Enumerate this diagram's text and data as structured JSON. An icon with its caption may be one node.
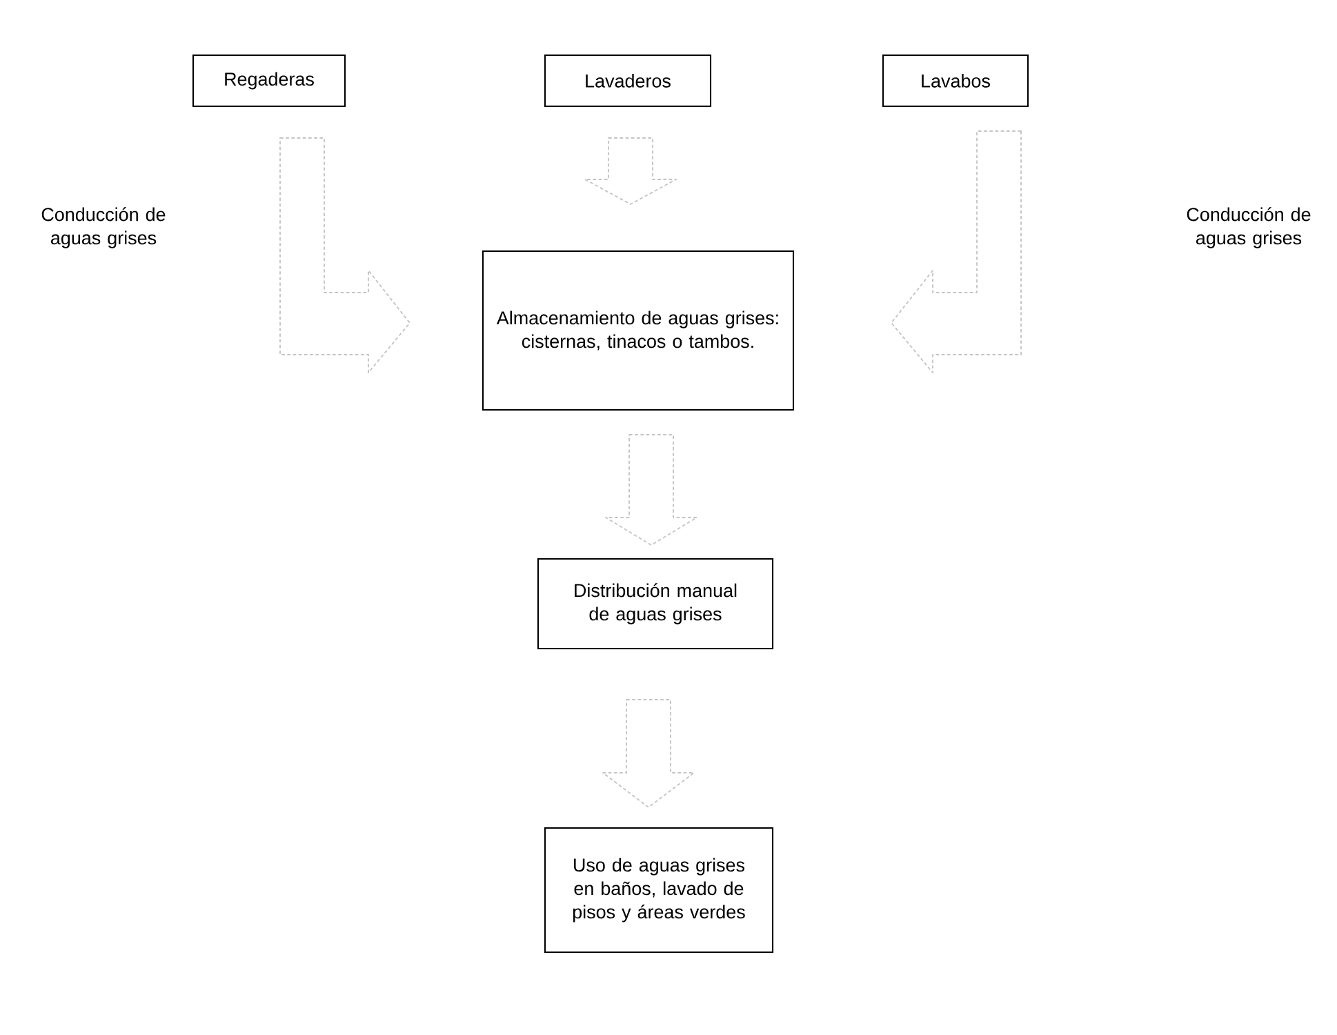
{
  "diagram": {
    "nodes": [
      {
        "text": [
          "Regaderas"
        ]
      },
      {
        "text": [
          "Lavaderos"
        ]
      },
      {
        "text": [
          "Lavabos"
        ]
      },
      {
        "text": [
          "Almacenamiento de aguas grises: cisternas, tinacos o tambos."
        ]
      },
      {
        "text": [
          "Distribución manual de aguas grises"
        ]
      },
      {
        "text": [
          "Uso de aguas grises en baños, lavado de pisos y áreas verdes"
        ]
      }
    ],
    "edges": [
      {
        "from": 0,
        "to": 3,
        "arrow": "to"
      },
      {
        "from": 1,
        "to": 3,
        "arrow": "to"
      },
      {
        "from": 2,
        "to": 3,
        "arrow": "to"
      },
      {
        "from": 3,
        "to": 4,
        "arrow": "to"
      },
      {
        "from": 4,
        "to": 5,
        "arrow": "to"
      }
    ],
    "labels": [
      "Conducción de aguas grises",
      "Conducción de aguas grises"
    ]
  }
}
